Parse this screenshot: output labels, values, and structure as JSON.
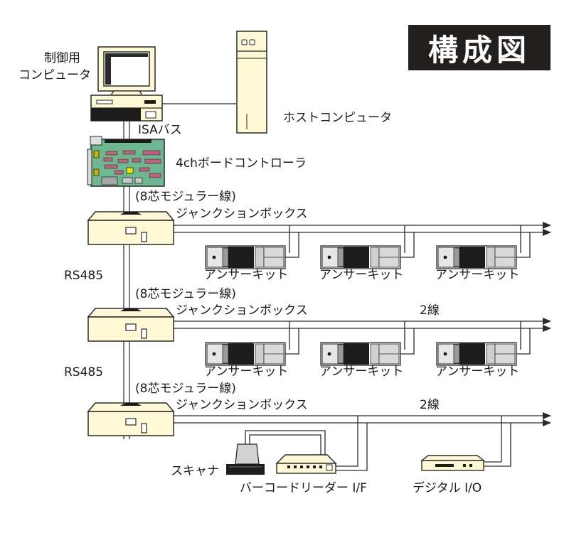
{
  "title": "構成図",
  "labels": {
    "control_pc": [
      "制御用",
      "コンピュータ"
    ],
    "host_pc": "ホストコンピュータ",
    "isa_bus": "ISAバス",
    "board": "4chボードコントローラ",
    "modular_cable": "(8芯モジュラー線)",
    "junction_box": "ジャンクションボックス",
    "rs485": "RS485",
    "two_wire": "2線",
    "answer_kit": "アンサーキット",
    "scanner": "スキャナ",
    "barcode_reader_if": "バーコードリーダー I/F",
    "digital_io": "デジタル I/O"
  },
  "colors": {
    "device_fill": "#fff8d4",
    "outline": "#2a2a2a",
    "banner_bg": "#231f1c",
    "board_green": "#6eb891",
    "chip_pink": "#c4607f"
  }
}
